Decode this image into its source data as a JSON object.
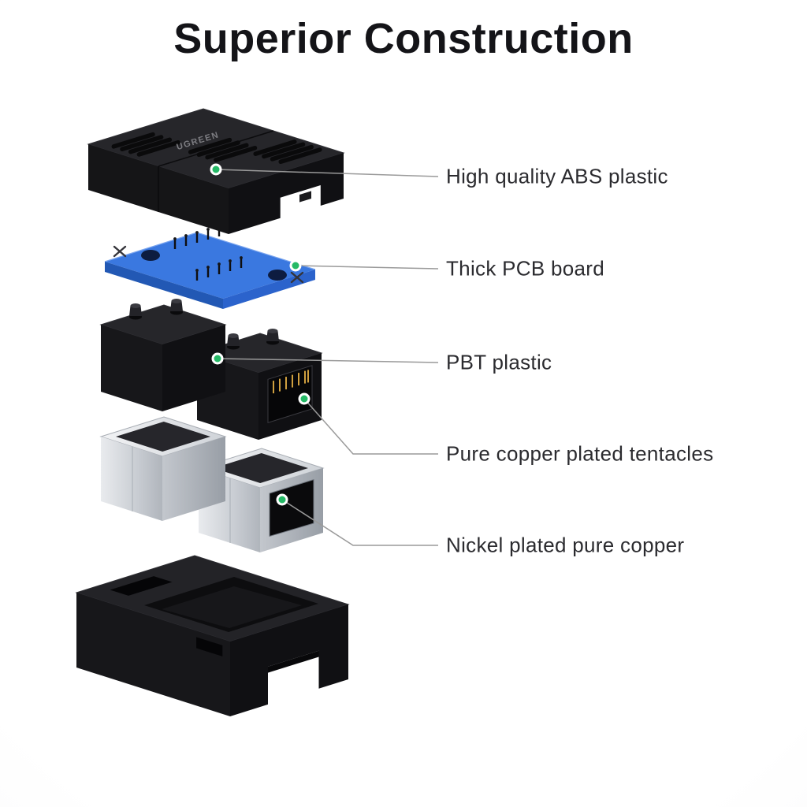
{
  "title": "Superior Construction",
  "brand": "UGREEN",
  "callouts": [
    {
      "id": "abs-plastic",
      "label": "High quality ABS plastic"
    },
    {
      "id": "pcb-board",
      "label": "Thick PCB board"
    },
    {
      "id": "pbt-plastic",
      "label": "PBT plastic"
    },
    {
      "id": "copper-tentacles",
      "label": "Pure copper plated tentacles"
    },
    {
      "id": "nickel-copper",
      "label": "Nickel plated pure copper"
    }
  ],
  "colors": {
    "accent_green": "#25b966",
    "pcb_blue": "#3a78e0",
    "plastic_black": "#1b1b1e",
    "metal_silver": "#c9cdd3",
    "copper_gold": "#cf9f3f",
    "text": "#2b2b2f",
    "leader_line": "#9a9a9a"
  }
}
